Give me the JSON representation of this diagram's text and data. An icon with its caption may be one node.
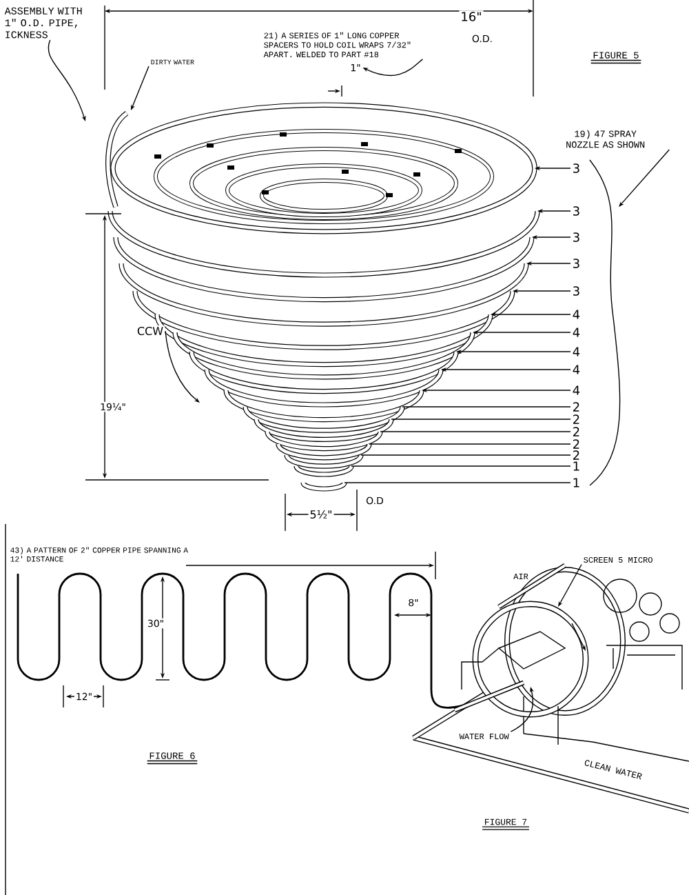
{
  "diagram": {
    "nodes": [
      {
        "text": [
          "ASSEMBLY WITH 1\" O.D. PIPE, ICKNESS"
        ]
      },
      {
        "text": [
          "DIRTY WATER"
        ]
      },
      {
        "text": [
          "21) A SERIES OF 1\" LONG COPPER SPACERS TO HOLD COIL WRAPS 7/32\" APART. WELDED TO PART #18"
        ]
      },
      {
        "text": [
          "19) 47 SPRAY NOZZLE AS SHOWN"
        ]
      },
      {
        "text": [
          "3"
        ]
      },
      {
        "text": [
          "3"
        ]
      },
      {
        "text": [
          "3"
        ]
      },
      {
        "text": [
          "3"
        ]
      },
      {
        "text": [
          "3"
        ]
      },
      {
        "text": [
          "4"
        ]
      },
      {
        "text": [
          "4"
        ]
      },
      {
        "text": [
          "4"
        ]
      },
      {
        "text": [
          "4"
        ]
      },
      {
        "text": [
          "4"
        ]
      },
      {
        "text": [
          "2"
        ]
      },
      {
        "text": [
          "2"
        ]
      },
      {
        "text": [
          "2"
        ]
      },
      {
        "text": [
          "2"
        ]
      },
      {
        "text": [
          "2"
        ]
      },
      {
        "text": [
          "1"
        ]
      },
      {
        "text": [
          "1"
        ]
      },
      {
        "text": [
          "SCREEN 5 MICRO"
        ]
      },
      {
        "text": [
          "WATER FLOW"
        ]
      },
      {
        "text": [],
        "shape": "brace"
      },
      {
        "text": [
          "1\""
        ]
      }
    ],
    "edges": [
      {
        "from": 0,
        "to": null,
        "arrow": "to"
      },
      {
        "from": 1,
        "to": null,
        "arrow": "to"
      },
      {
        "from": 2,
        "to": 24,
        "arrow": "to"
      },
      {
        "from": 3,
        "to": 23,
        "arrow": "to"
      },
      {
        "from": 4,
        "to": null,
        "arrow": "to"
      },
      {
        "from": 5,
        "to": null,
        "arrow": "to"
      },
      {
        "from": 6,
        "to": null,
        "arrow": "to"
      },
      {
        "from": 7,
        "to": null,
        "arrow": "to"
      },
      {
        "from": 8,
        "to": null,
        "arrow": "to"
      },
      {
        "from": 9,
        "to": null,
        "arrow": "to"
      },
      {
        "from": 10,
        "to": null,
        "arrow": "to"
      },
      {
        "from": 11,
        "to": null,
        "arrow": "to"
      },
      {
        "from": 12,
        "to": null,
        "arrow": "to"
      },
      {
        "from": 13,
        "to": null,
        "arrow": "to"
      },
      {
        "from": 14,
        "to": null,
        "arrow": "none"
      },
      {
        "from": 15,
        "to": null,
        "arrow": "none"
      },
      {
        "from": 16,
        "to": null,
        "arrow": "none"
      },
      {
        "from": 17,
        "to": null,
        "arrow": "none"
      },
      {
        "from": 18,
        "to": null,
        "arrow": "none"
      },
      {
        "from": 19,
        "to": null,
        "arrow": "none"
      },
      {
        "from": 20,
        "to": null,
        "arrow": "none"
      },
      {
        "from": 21,
        "to": null,
        "arrow": "to"
      },
      {
        "from": 22,
        "to": null,
        "arrow": "to"
      }
    ],
    "labels": [
      "16\"",
      "O.D.",
      "FIGURE 5",
      "CCW",
      "19¼\"",
      "5½\"",
      "O.D",
      "43) A PATTERN OF 2\" COPPER PIPE SPANNING A 12' DISTANCE",
      "30\"",
      "8\"",
      "12\"",
      "FIGURE 6",
      "AIR",
      "CLEAN WATER",
      "FIGURE 7"
    ]
  }
}
